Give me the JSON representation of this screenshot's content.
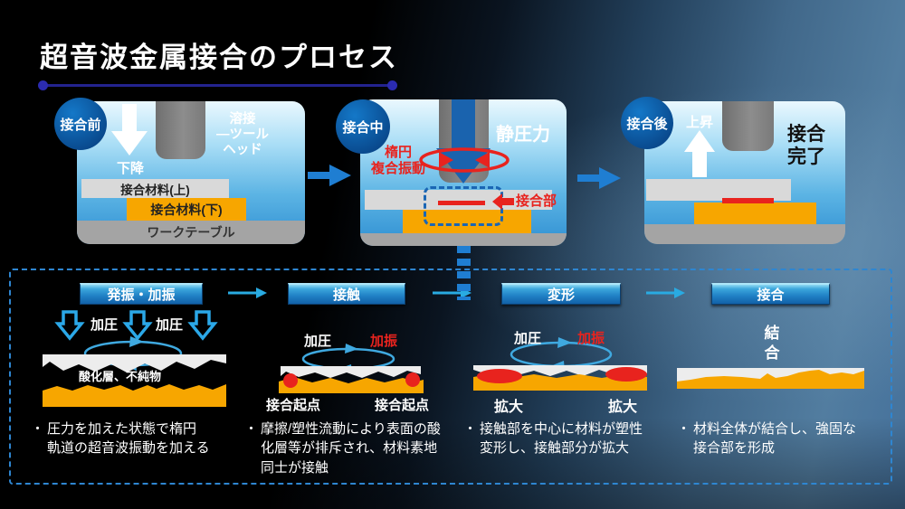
{
  "title": "超音波金属接合のプロセス",
  "panels": [
    {
      "badge": "接合前",
      "motion": "下降",
      "tool_label": "溶接\n―ツール\nヘッド",
      "upper_material": "接合材料(上)",
      "lower_material": "接合材料(下)",
      "work_table": "ワークテーブル"
    },
    {
      "badge": "接合中",
      "static_force": "静圧力",
      "vibration": "楕円\n複合振動",
      "bond_point": "接合部"
    },
    {
      "badge": "接合後",
      "motion": "上昇",
      "complete": "接合\n完了"
    }
  ],
  "process": {
    "marker": "・",
    "steps": [
      {
        "label": "発振・加振",
        "pressure_a": "加圧",
        "pressure_b": "加圧",
        "oxide": "酸化層、不純物",
        "bullet": "圧力を加えた状態で楕円\n軌道の超音波振動を加える"
      },
      {
        "label": "接触",
        "pressure": "加圧",
        "vibration": "加振",
        "point_a": "接合起点",
        "point_b": "接合起点",
        "bullet": "摩擦/塑性流動により表面の酸\n化層等が排斥され、材料素地\n同士が接触"
      },
      {
        "label": "変形",
        "pressure": "加圧",
        "vibration": "加振",
        "expand_a": "拡大",
        "expand_b": "拡大",
        "bullet": "接触部を中心に材料が塑性\n変形し、接触部分が拡大"
      },
      {
        "label": "接合",
        "bond": "結\n合",
        "bullet": "材料全体が結合し、強固な\n接合部を形成"
      }
    ]
  },
  "colors": {
    "accent_blue": "#29abe2",
    "arrow_blue": "#1f7ed2",
    "badge_blue": "#0b5ca8",
    "panel_blue": "#2f8fd2",
    "orange": "#f7a600",
    "red": "#e8231e",
    "underline_navy": "#23238f"
  }
}
